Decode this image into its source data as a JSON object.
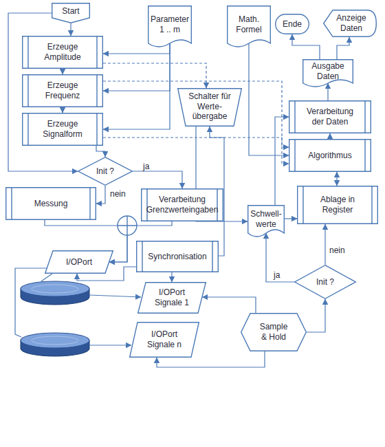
{
  "diagram": {
    "nodes": [
      {
        "text": [
          "Start"
        ]
      },
      {
        "text": [
          "Erzeuge Amplitude"
        ]
      },
      {
        "text": [
          "Erzeuge Frequenz"
        ]
      },
      {
        "text": [
          "Erzeuge Signalform"
        ]
      },
      {
        "text": [
          "Parameter 1 .. m"
        ]
      },
      {
        "text": [
          "Math. Formel"
        ]
      },
      {
        "text": [
          "Ende"
        ]
      },
      {
        "text": [
          "Anzeige Daten"
        ]
      },
      {
        "text": [
          "Ausgabe Daten"
        ]
      },
      {
        "text": [
          "Schalter für Werte- übergabe"
        ]
      },
      {
        "text": [
          "Verarbeitung der Daten"
        ]
      },
      {
        "text": [
          "Algorithmus"
        ]
      },
      {
        "text": [
          "Init ?"
        ]
      },
      {
        "text": [
          "Ablage in Register"
        ]
      },
      {
        "text": [
          "Messung"
        ]
      },
      {
        "text": [
          "Verarbeitung Grenzwerteingaben"
        ]
      },
      {
        "text": [
          "Schwell- werte"
        ]
      },
      {
        "text": [
          "I/OPort"
        ]
      },
      {
        "text": [
          "Synchronisation"
        ]
      },
      {
        "text": [
          "I/OPort Signale 1"
        ]
      },
      {
        "text": [
          "I/OPort Signale n"
        ]
      },
      {
        "text": [
          "Sample & Hold"
        ]
      },
      {
        "text": [
          "Init ?"
        ]
      }
    ],
    "edges": [
      {
        "from": 0,
        "to": 1,
        "arrow": "to"
      },
      {
        "from": 1,
        "to": 2,
        "arrow": "to"
      },
      {
        "from": 2,
        "to": 3,
        "arrow": "to"
      },
      {
        "from": 3,
        "to": 12,
        "arrow": "to"
      },
      {
        "from": 0,
        "to": 12,
        "arrow": "to"
      },
      {
        "from": 4,
        "to": 1,
        "arrow": "to"
      },
      {
        "from": 4,
        "to": 2,
        "arrow": "to"
      },
      {
        "from": 4,
        "to": 3,
        "arrow": "to"
      },
      {
        "from": 12,
        "to": 15,
        "label": "ja",
        "arrow": "to"
      },
      {
        "from": 12,
        "to": 14,
        "label": "nein",
        "arrow": "to"
      },
      {
        "from": 14,
        "to": 17,
        "arrow": "to"
      },
      {
        "from": 15,
        "to": 17,
        "arrow": "to"
      },
      {
        "from": 18,
        "to": 17,
        "arrow": "to"
      },
      {
        "from": 18,
        "to": 19,
        "arrow": "to"
      },
      {
        "from": 18,
        "to": 9,
        "arrow": "to"
      },
      {
        "from": 21,
        "to": 19,
        "arrow": "to"
      },
      {
        "from": 21,
        "to": 20,
        "arrow": "to"
      },
      {
        "from": 21,
        "to": 22,
        "arrow": "to"
      },
      {
        "from": 22,
        "to": 16,
        "label": "ja",
        "arrow": "to"
      },
      {
        "from": 22,
        "to": 13,
        "label": "nein",
        "arrow": "to"
      },
      {
        "from": 16,
        "to": 13,
        "arrow": "to"
      },
      {
        "from": 16,
        "to": 10,
        "arrow": "to"
      },
      {
        "from": 9,
        "to": 16,
        "arrow": "to"
      },
      {
        "from": 5,
        "to": 11,
        "arrow": "to"
      },
      {
        "from": 11,
        "to": 10,
        "arrow": "to"
      },
      {
        "from": 11,
        "to": 13,
        "arrow": "both"
      },
      {
        "from": 10,
        "to": 8,
        "arrow": "to"
      },
      {
        "from": 8,
        "to": 6,
        "arrow": "to"
      },
      {
        "from": 8,
        "to": 7,
        "arrow": "to"
      },
      {
        "from": 1,
        "to": 9,
        "arrow": "to"
      },
      {
        "from": 2,
        "to": 11,
        "arrow": "to"
      },
      {
        "from": 3,
        "to": 11,
        "arrow": "to"
      }
    ]
  }
}
